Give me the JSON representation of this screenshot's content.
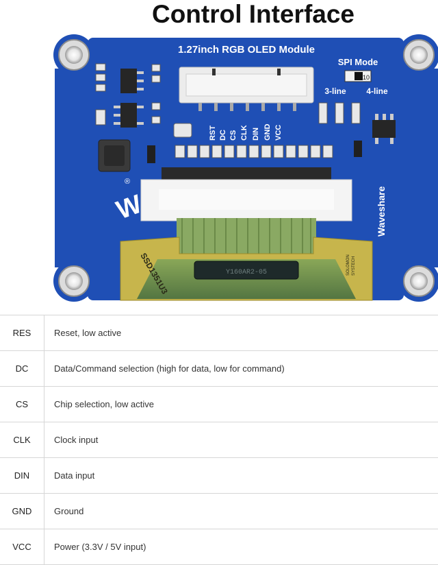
{
  "page_title": "Control Interface",
  "board": {
    "title": "1.27inch RGB OLED Module",
    "spi_mode": "SPI Mode",
    "switch_label": "10",
    "option_3line": "3-line",
    "option_4line": "4-line",
    "header_pins": [
      "RST",
      "DC",
      "CS",
      "CLK",
      "DIN",
      "GND",
      "VCC"
    ],
    "brand": "Waveshare",
    "registered": "®",
    "panel_text": "SSD1351U3",
    "chip_code": "Y160AR2-05",
    "solomon_line1": "SOLOMON",
    "solomon_line2": "SYSTECH",
    "colors": {
      "pcb": "#1f4fb5",
      "oled": "#c7b54c",
      "connector": "#ececec"
    }
  },
  "pins": [
    {
      "name": "RES",
      "description": "Reset, low active"
    },
    {
      "name": "DC",
      "description": "Data/Command selection (high for data, low for command)"
    },
    {
      "name": "CS",
      "description": "Chip selection, low active"
    },
    {
      "name": "CLK",
      "description": "Clock input"
    },
    {
      "name": "DIN",
      "description": "Data input"
    },
    {
      "name": "GND",
      "description": "Ground"
    },
    {
      "name": "VCC",
      "description": "Power (3.3V / 5V input)"
    }
  ]
}
